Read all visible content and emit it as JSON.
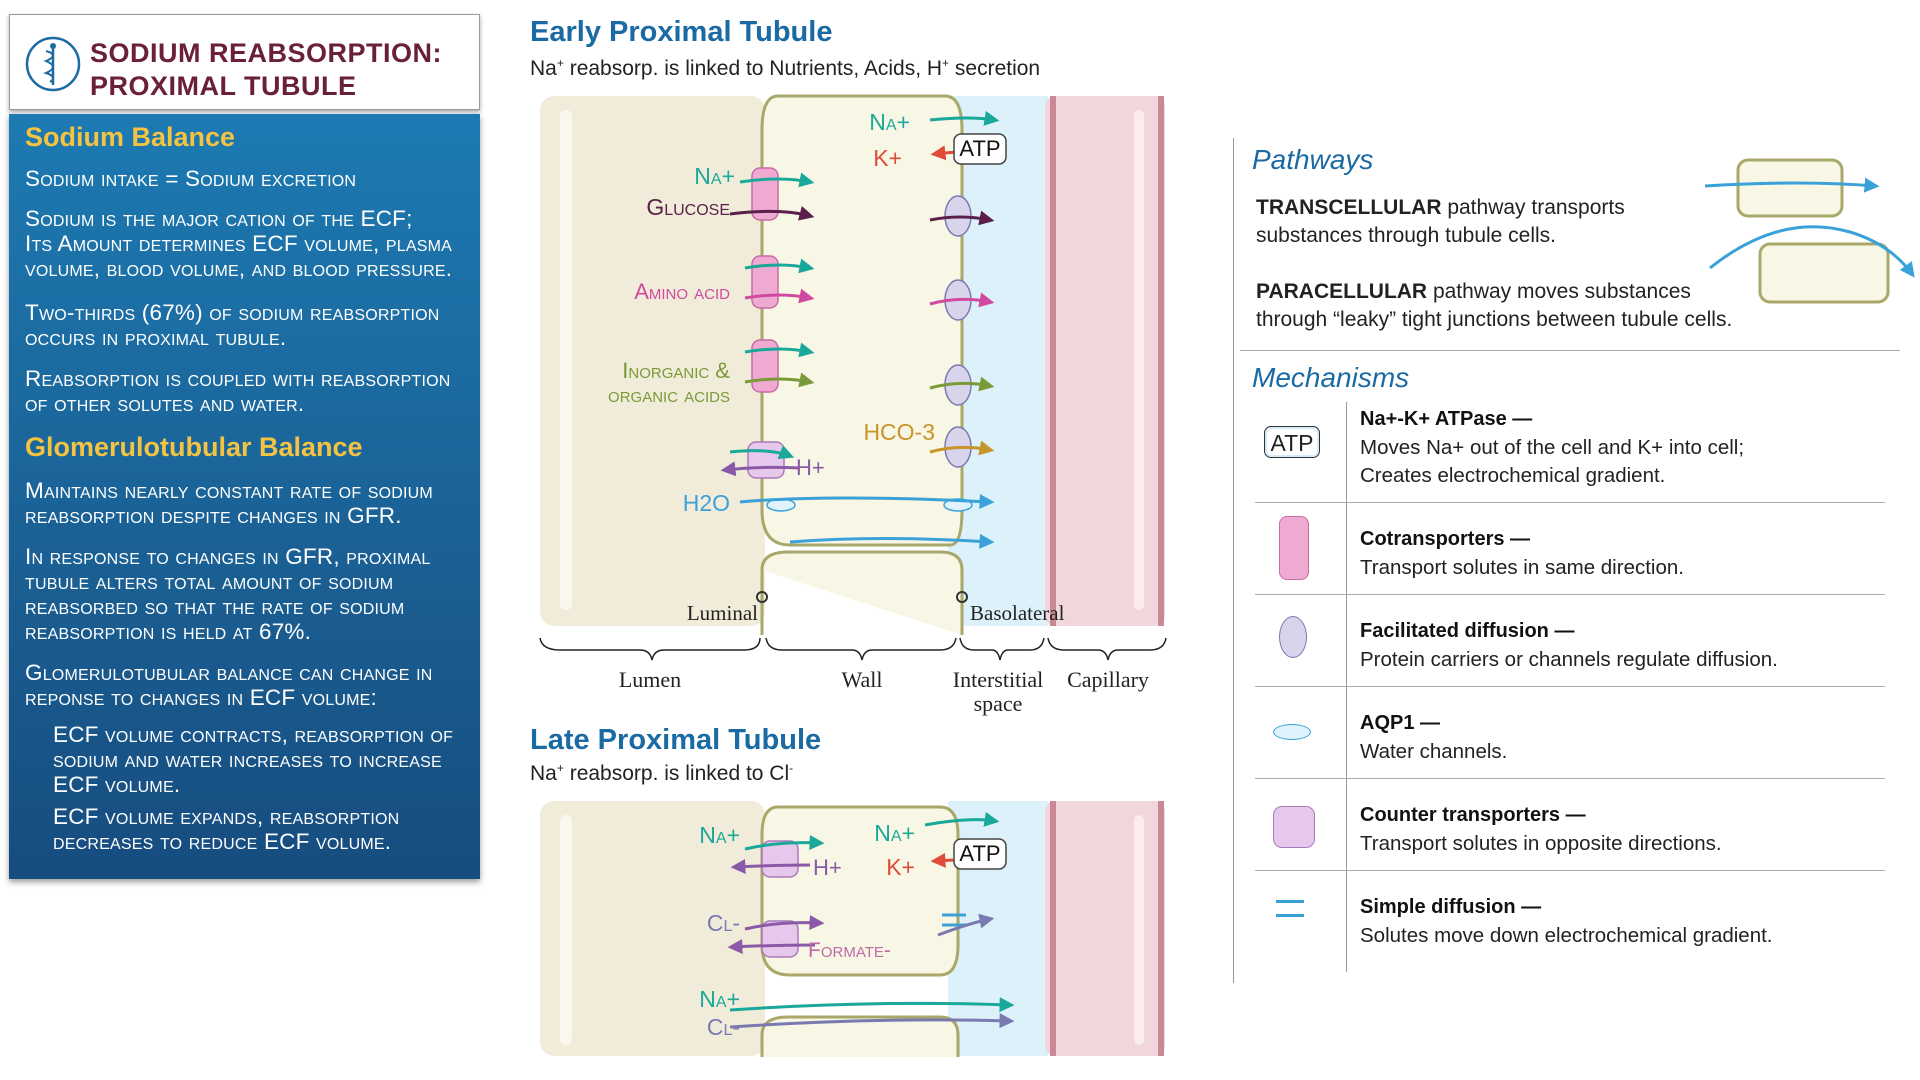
{
  "sidebar": {
    "title_line1": "SODIUM REABSORPTION:",
    "title_line2": "PROXIMAL TUBULE",
    "sodium_balance_heading": "Sodium Balance",
    "sb_text1": "Sodium intake = Sodium excretion",
    "sb_text2": "Sodium is the major cation of the ECF;\nIts Amount determines ECF volume, plasma volume, blood volume, and blood pressure.",
    "sb_text3": "Two-thirds (67%) of sodium reabsorption occurs in proximal tubule.",
    "sb_text4": "Reabsorption is coupled with reabsorption of other solutes and water.",
    "gt_heading": "Glomerulotubular Balance",
    "gt_text1": "Maintains nearly constant rate of sodium reabsorption despite changes in GFR.",
    "gt_text2": "In response to changes in GFR, proximal tubule alters total amount of sodium reabsorbed so that the rate of sodium reabsorption is held at 67%.",
    "gt_text3": "Glomerulotubular balance can change in reponse to changes in ECF volume:",
    "gt_text4": "ECF volume contracts, reabsorption of sodium and water increases to increase ECF volume.",
    "gt_text5": "ECF volume expands, reabsorption decreases to reduce ECF volume."
  },
  "early": {
    "title": "Early Proximal Tubule",
    "sub_part1": "Na",
    "sub_sup1": "+",
    "sub_part2": " reabsorp. is linked to Nutrients, Acids, H",
    "sub_sup2": "+",
    "sub_part3": " secretion",
    "na": "Na+",
    "glucose": "Glucose",
    "amino": "Amino acid",
    "inorg1": "Inorganic &",
    "inorg2": "organic acids",
    "hplus": "H+",
    "h2o": "H2O",
    "na_top": "Na+",
    "atp": "ATP",
    "k": "K+",
    "hco3": "HCO-3",
    "luminal": "Luminal",
    "basolateral": "Basolateral",
    "lumen": "Lumen",
    "wall": "Wall",
    "interstitial1": "Interstitial",
    "interstitial2": "space",
    "capillary": "Capillary"
  },
  "late": {
    "title": "Late Proximal Tubule",
    "sub_part1": "Na",
    "sub_sup1": "+",
    "sub_part2": " reabsorp. is linked to Cl",
    "sub_sup2": "-",
    "na": "Na+",
    "hplus": "H+",
    "cl": "Cl-",
    "formate": "Formate-",
    "na_top": "Na+",
    "atp": "ATP",
    "k": "K+",
    "na2": "Na+",
    "cl2": "Cl-"
  },
  "legend": {
    "pathways_heading": "Pathways",
    "trans_bold": "TRANSCELLULAR",
    "trans_rest1": " pathway transports",
    "trans_rest2": "substances through tubule cells.",
    "para_bold": "PARACELLULAR",
    "para_rest1": " pathway moves substances",
    "para_rest2": "through “leaky” tight junctions between tubule cells.",
    "mechanisms_heading": "Mechanisms",
    "atp_icon_label": "ATP",
    "mechanisms": [
      {
        "name": "Na+-K+  ATPase —",
        "desc": "Moves Na+  out of the cell and K+ into cell;\nCreates electrochemical gradient."
      },
      {
        "name": "Cotransporters —",
        "desc": "Transport solutes in same direction."
      },
      {
        "name": "Facilitated diffusion —",
        "desc": "Protein carriers or channels regulate diffusion."
      },
      {
        "name": "AQP1 —",
        "desc": "Water channels."
      },
      {
        "name": "Counter transporters —",
        "desc": "Transport solutes in opposite directions."
      },
      {
        "name": "Simple diffusion —",
        "desc": "Solutes move down electrochemical gradient."
      }
    ]
  },
  "colors": {
    "teal": "#1aa89a",
    "plum": "#5a1f4a",
    "magenta": "#d04aa0",
    "olive": "#7a9a3a",
    "purple": "#8a5aa8",
    "blue": "#3aa2d8",
    "red": "#e04b3a",
    "gold": "#c8952a",
    "slate": "#7a7ab0"
  }
}
